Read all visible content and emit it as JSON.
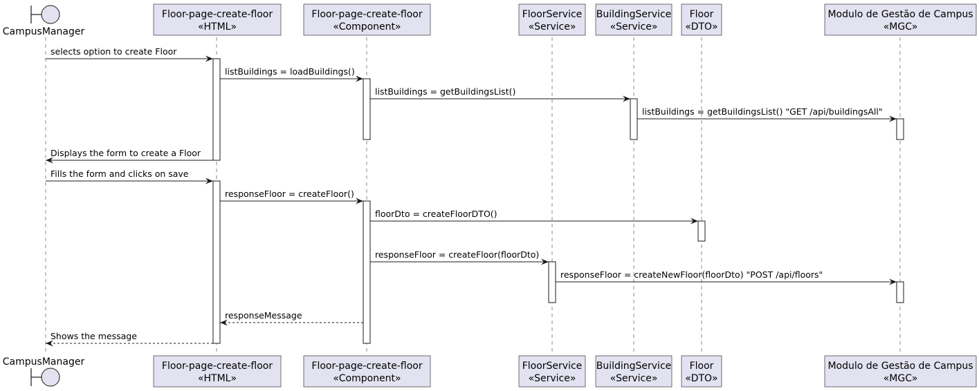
{
  "participants": [
    {
      "id": "cm",
      "kind": "boundary",
      "name": "CampusManager",
      "stereotype": ""
    },
    {
      "id": "html",
      "kind": "box",
      "name": "Floor-page-create-floor",
      "stereotype": "«HTML»"
    },
    {
      "id": "comp",
      "kind": "box",
      "name": "Floor-page-create-floor",
      "stereotype": "«Component»"
    },
    {
      "id": "fs",
      "kind": "box",
      "name": "FloorService",
      "stereotype": "«Service»"
    },
    {
      "id": "bs",
      "kind": "box",
      "name": "BuildingService",
      "stereotype": "«Service»"
    },
    {
      "id": "dto",
      "kind": "box",
      "name": "Floor",
      "stereotype": "«DTO»"
    },
    {
      "id": "mgc",
      "kind": "box",
      "name": "Modulo de Gestão de Campus",
      "stereotype": "«MGC»"
    }
  ],
  "messages": [
    {
      "from": "cm",
      "to": "html",
      "label": "selects option to create Floor",
      "type": "sync"
    },
    {
      "from": "html",
      "to": "comp",
      "label": "listBuildings = loadBuildings()",
      "type": "sync"
    },
    {
      "from": "comp",
      "to": "bs",
      "label": "listBuildings = getBuildingsList()",
      "type": "sync"
    },
    {
      "from": "bs",
      "to": "mgc",
      "label": "listBuildings = getBuildingsList() \"GET /api/buildingsAll\"",
      "type": "sync"
    },
    {
      "from": "html",
      "to": "cm",
      "label": "Displays the form to create a Floor",
      "type": "sync"
    },
    {
      "from": "cm",
      "to": "html",
      "label": "Fills the form and clicks on save",
      "type": "sync"
    },
    {
      "from": "html",
      "to": "comp",
      "label": "responseFloor = createFloor()",
      "type": "sync"
    },
    {
      "from": "comp",
      "to": "dto",
      "label": "floorDto = createFloorDTO()",
      "type": "sync"
    },
    {
      "from": "comp",
      "to": "fs",
      "label": "responseFloor = createFloor(floorDto)",
      "type": "sync"
    },
    {
      "from": "fs",
      "to": "mgc",
      "label": "responseFloor = createNewFloor(floorDto) \"POST /api/floors\"",
      "type": "sync"
    },
    {
      "from": "comp",
      "to": "html",
      "label": "responseMessage",
      "type": "return"
    },
    {
      "from": "html",
      "to": "cm",
      "label": "Shows the message",
      "type": "return"
    }
  ],
  "colors": {
    "participant_fill": "#e2e2f0",
    "line": "#181818",
    "lifeline": "#8a8a8a"
  }
}
